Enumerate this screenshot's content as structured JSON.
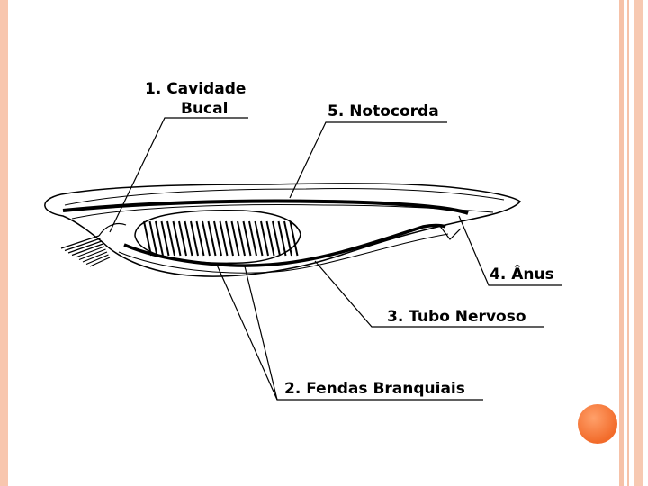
{
  "diagram": {
    "labels": {
      "cavidade_line1": "1. Cavidade",
      "cavidade_line2": "Bucal",
      "notocorda": "5. Notocorda",
      "anus": "4. Ânus",
      "tubo_nervoso": "3. Tubo Nervoso",
      "fendas_branquiais": "2. Fendas Branquiais"
    }
  },
  "colors": {
    "border": "#f8c6ae",
    "accent_dot": "#f26b2a",
    "ink": "#000000"
  }
}
